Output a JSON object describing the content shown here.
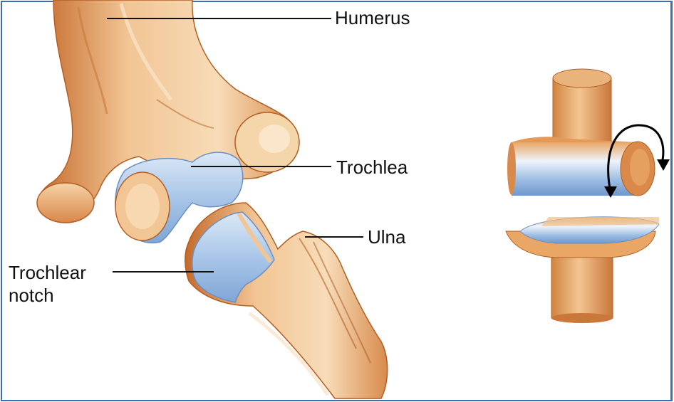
{
  "labels": {
    "humerus": "Humerus",
    "trochlea": "Trochlea",
    "ulna": "Ulna",
    "trochlear_notch_line1": "Trochlear",
    "trochlear_notch_line2": "notch"
  },
  "colors": {
    "bone_light": "#f6d8b0",
    "bone_mid": "#e8a56a",
    "bone_dark": "#c46a2c",
    "cartilage": "#a9c6e8",
    "cartilage_light": "#dbe8f6",
    "frame_border": "#3a6fb0",
    "label_text": "#111111"
  },
  "icons": {
    "rotation_arrow": "curved-arrow-icon"
  }
}
